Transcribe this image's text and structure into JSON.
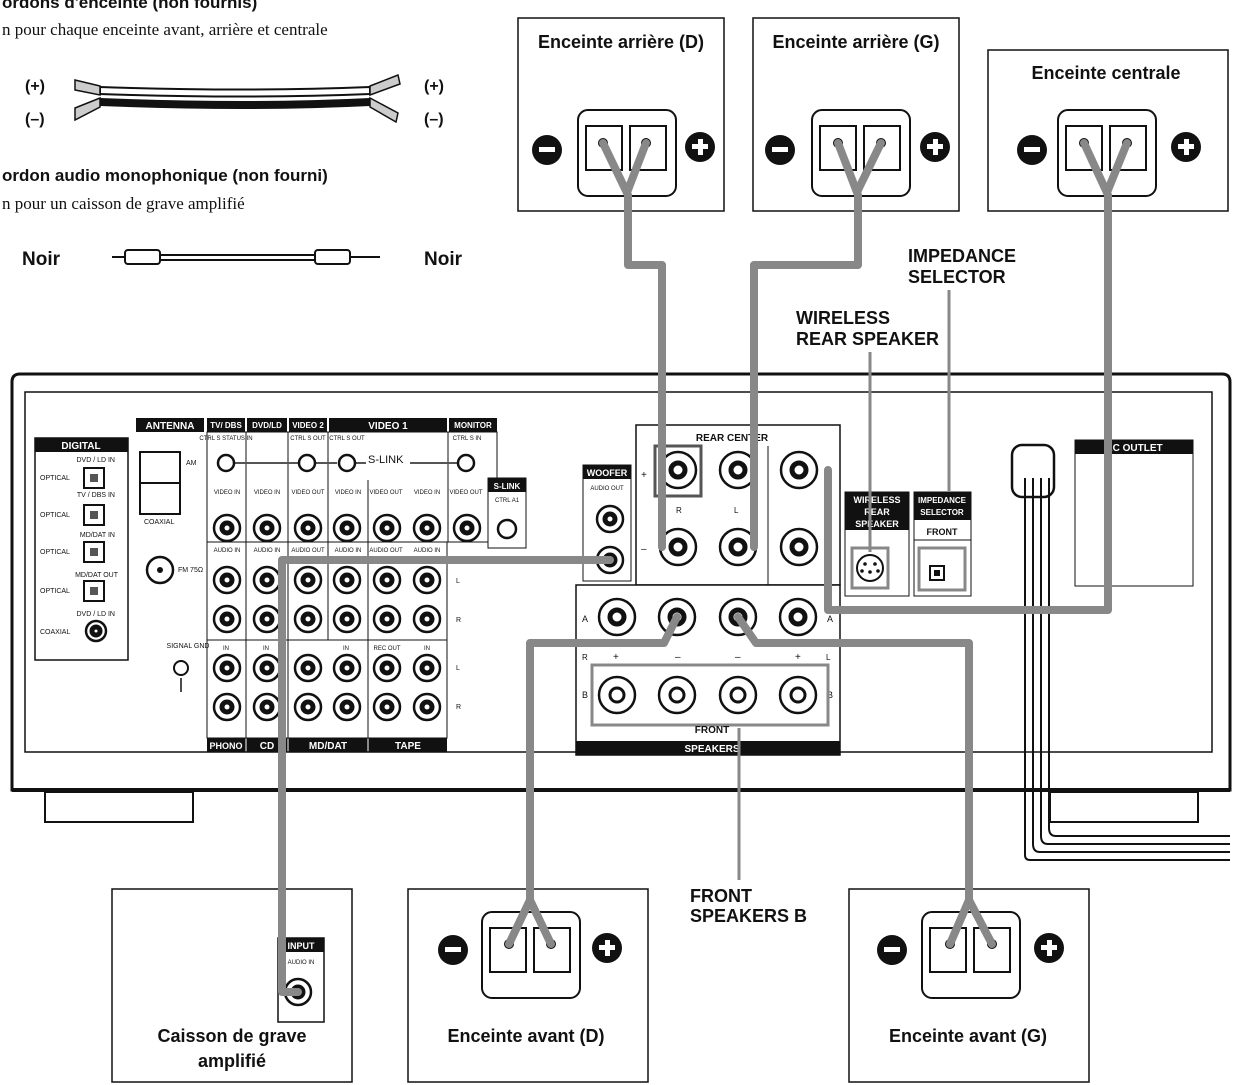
{
  "legend": {
    "speaker_cords_title": "ordons d'enceinte (non fournis)",
    "speaker_cords_desc": "n pour chaque enceinte avant, arrière et centrale",
    "plus_left": "(+)",
    "minus_left": "(–)",
    "plus_right": "(+)",
    "minus_right": "(–)",
    "mono_cord_title": "ordon audio monophonique (non fourni)",
    "mono_cord_desc": "n pour un caisson de grave amplifié",
    "noir_left": "Noir",
    "noir_right": "Noir"
  },
  "speakers": {
    "rear_right": "Enceinte arrière (D)",
    "rear_left": "Enceinte arrière (G)",
    "center": "Enceinte centrale",
    "front_right": "Enceinte avant (D)",
    "front_left": "Enceinte avant (G)",
    "subwoofer_line1": "Caisson de grave",
    "subwoofer_line2": "amplifié",
    "sub_input": "INPUT",
    "sub_audio_in": "AUDIO IN"
  },
  "callouts": {
    "impedance_1": "IMPEDANCE",
    "impedance_2": "SELECTOR",
    "wireless_1": "WIRELESS",
    "wireless_2": "REAR SPEAKER",
    "front_b_1": "FRONT",
    "front_b_2": "SPEAKERS B"
  },
  "panel": {
    "digital": "DIGITAL",
    "dvd_ld_in": "DVD / LD  IN",
    "optical": "OPTICAL",
    "tv_dbs_in": "TV / DBS  IN",
    "md_dat_in": "MD/DAT  IN",
    "md_dat_out": "MD/DAT  OUT",
    "coaxial": "COAXIAL",
    "antenna": "ANTENNA",
    "am": "AM",
    "fm": "FM 75Ω",
    "coaxial_fm": "COAXIAL",
    "signal_gnd": "SIGNAL GND",
    "tv_dbs": "TV/ DBS",
    "dvd_ld": "DVD/LD",
    "video2": "VIDEO 2",
    "video1": "VIDEO 1",
    "monitor": "MONITOR",
    "ctrl_s_status_in": "CTRL S STATUS IN",
    "ctrl_s_out": "CTRL S OUT",
    "ctrl_s_in": "CTRL S IN",
    "s_link": "S-LINK",
    "s_link_box": "S-LINK",
    "ctrl_a1": "CTRL A1",
    "video_in": "VIDEO IN",
    "video_out": "VIDEO OUT",
    "audio_in": "AUDIO IN",
    "audio_out": "AUDIO OUT",
    "l": "L",
    "r": "R",
    "in": "IN",
    "rec_out": "REC OUT",
    "phono": "PHONO",
    "cd": "CD",
    "md_dat": "MD/DAT",
    "tape": "TAPE",
    "woofer": "WOOFER",
    "woofer_audio_out": "AUDIO OUT",
    "rear_center": "REAR CENTER",
    "rear_r": "R",
    "rear_l": "L",
    "front": "FRONT",
    "speakers": "SPEAKERS",
    "a": "A",
    "b": "B",
    "plus": "+",
    "minus": "–",
    "wireless_rear_speaker_1": "WIRELESS",
    "wireless_rear_speaker_2": "REAR",
    "wireless_rear_speaker_3": "SPEAKER",
    "impedance_selector_1": "IMPEDANCE",
    "impedance_selector_2": "SELECTOR",
    "impedance_front": "FRONT",
    "ac_outlet": "AC OUTLET"
  }
}
